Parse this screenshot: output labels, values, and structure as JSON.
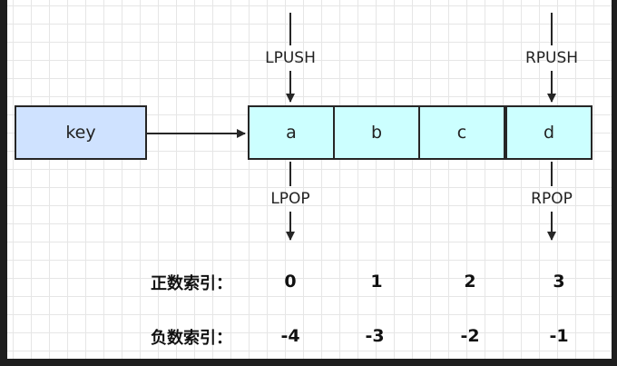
{
  "key_label": "key",
  "cells": [
    "a",
    "b",
    "c",
    "d"
  ],
  "ops": {
    "lpush": "LPUSH",
    "rpush": "RPUSH",
    "lpop": "LPOP",
    "rpop": "RPOP"
  },
  "positive_index": {
    "title": "正数索引：",
    "values": [
      "0",
      "1",
      "2",
      "3"
    ]
  },
  "negative_index": {
    "title": "负数索引：",
    "values": [
      "-4",
      "-3",
      "-2",
      "-1"
    ]
  },
  "colors": {
    "key_fill": "#cfe2ff",
    "cell_fill": "#ccffff",
    "stroke": "#262626"
  }
}
